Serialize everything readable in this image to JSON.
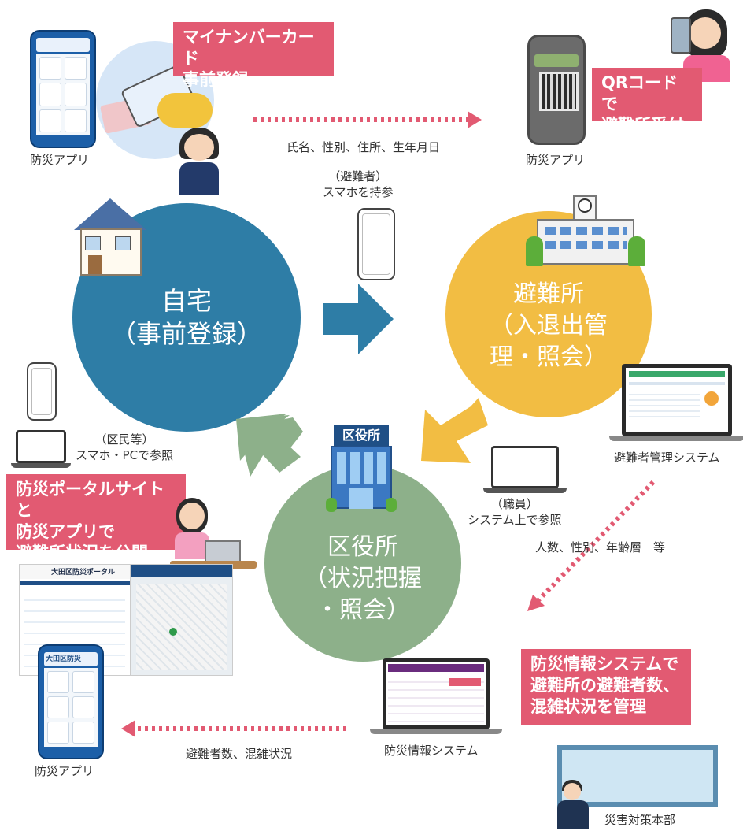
{
  "banners": {
    "mynumber": "マイナンバーカード\n事前登録",
    "qr": "QRコードで\n避難所受付",
    "portal": "防災ポータルサイトと\n防災アプリで\n避難所状況を公開",
    "system_manage": "防災情報システムで\n避難所の避難者数、\n混雑状況を管理"
  },
  "circles": {
    "home": "自宅\n（事前登録）",
    "shelter": "避難所\n（入退出管\n理・照会）",
    "ward": "区役所\n（状況把握\n・照会）"
  },
  "labels": {
    "app_top_left": "防災アプリ",
    "app_top_right": "防災アプリ",
    "app_bottom": "防災アプリ",
    "personal_info": "氏名、性別、住所、生年月日",
    "evacuee_phone": "（避難者）\nスマホを持参",
    "residents_ref": "（区民等）\nスマホ・PCで参照",
    "staff_ref": "（職員）\nシステム上で参照",
    "evac_system": "避難者管理システム",
    "demographics": "人数、性別、年齢層　等",
    "disaster_system": "防災情報システム",
    "evac_count": "避難者数、混雑状況",
    "hq": "災害対策本部",
    "ward_sign": "区役所",
    "portal_title": "大田区防災ポータル",
    "app_title": "大田区防災"
  },
  "colors": {
    "home_circle": "#2e7da6",
    "shelter_circle": "#f2bd43",
    "ward_circle": "#8db08a",
    "banner": "#e25a72",
    "arrow_blue": "#2e7da6",
    "arrow_yellow": "#f2bd43",
    "arrow_green": "#8db08a"
  },
  "icons": [
    "house-icon",
    "school-icon",
    "city-hall-icon",
    "smartphone-icon",
    "laptop-icon",
    "qr-code-icon"
  ]
}
